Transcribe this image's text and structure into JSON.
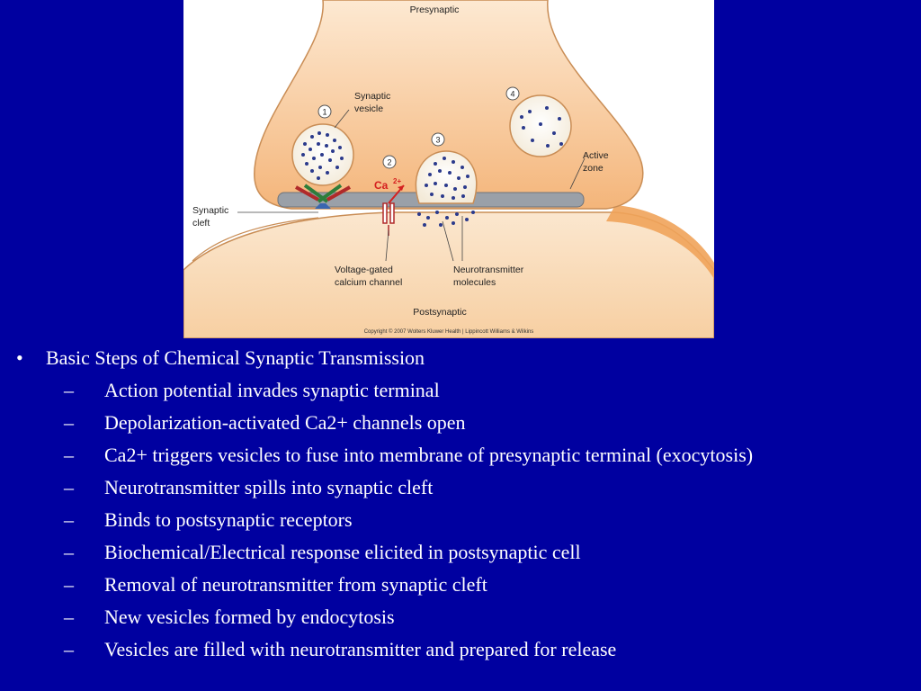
{
  "figure": {
    "labels": {
      "presynaptic": "Presynaptic",
      "postsynaptic": "Postsynaptic",
      "synaptic_vesicle_1": "Synaptic",
      "synaptic_vesicle_2": "vesicle",
      "active_zone_1": "Active",
      "active_zone_2": "zone",
      "synaptic_cleft_1": "Synaptic",
      "synaptic_cleft_2": "cleft",
      "calcium_channel_1": "Voltage-gated",
      "calcium_channel_2": "calcium channel",
      "neurotransmitter_1": "Neurotransmitter",
      "neurotransmitter_2": "molecules",
      "ca_ion": "Ca",
      "ca_charge": "2+",
      "step_1": "1",
      "step_2": "2",
      "step_3": "3",
      "step_4": "4",
      "copyright": "Copyright © 2007 Wolters Kluwer Health | Lippincott Williams & Wilkins"
    },
    "colors": {
      "terminal": "#f6c89a",
      "terminal_light": "#fbe6cc",
      "membrane_grey": "#9aa0a8",
      "vesicle_dots": "#2b3a8c",
      "ca_red": "#d42020",
      "post_orange": "#f0a35a"
    }
  },
  "content": {
    "heading": "Basic Steps of Chemical Synaptic Transmission",
    "bullet_mark": "•",
    "sub_mark": "–",
    "steps": [
      "Action potential invades synaptic terminal",
      "Depolarization-activated Ca2+ channels open",
      "Ca2+ triggers vesicles to fuse into membrane of presynaptic terminal (exocytosis)",
      "Neurotransmitter spills into synaptic cleft",
      "Binds to postsynaptic receptors",
      "Biochemical/Electrical response elicited in postsynaptic cell",
      "Removal of neurotransmitter from synaptic cleft",
      "New vesicles formed by endocytosis",
      "Vesicles are filled with neurotransmitter and prepared for release"
    ]
  }
}
